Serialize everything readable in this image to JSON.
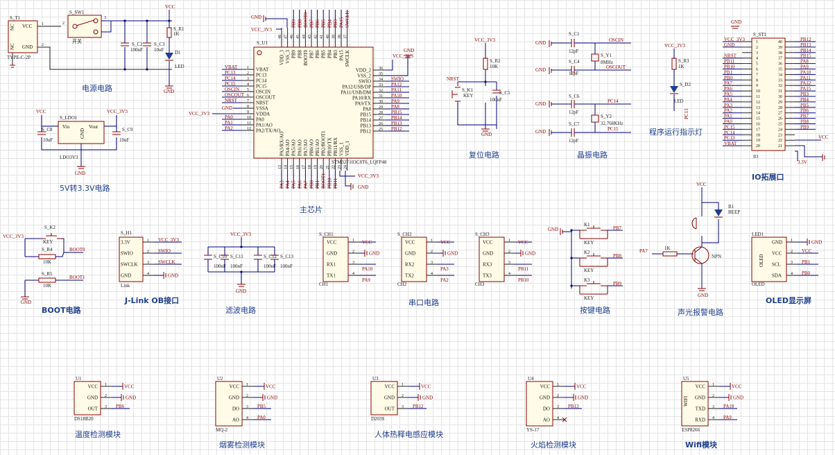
{
  "captions": {
    "power": "电源电路",
    "ldo": "5V转3.3V电路",
    "mcu": "主芯片",
    "reset": "复位电路",
    "crystal": "晶振电路",
    "led": "程序运行指示灯",
    "io": "IO拓展口",
    "boot": "BOOT电路",
    "jlink": "J-Link OB接口",
    "filter": "滤波电路",
    "uart": "串口电路",
    "keys": "按键电路",
    "alarm": "声光报警电路",
    "oled": "OLED显示屏",
    "temp": "温度检测模块",
    "smoke": "烟雾检测模块",
    "pir": "人体热释电感应模块",
    "flame": "火焰检测模块",
    "wifi": "Wifi模块"
  },
  "power": {
    "conn": "S_T1",
    "conn_type": "TYPE-C-2P",
    "vcc_pin": "VCC",
    "gnd_pin": "GND",
    "nc": "NC",
    "sw": "S_SW1",
    "sw_label": "开关",
    "c2": "S_C2",
    "c2v": "100nF",
    "c3": "S_C3",
    "c3v": "10uF",
    "r1": "S_R1",
    "r1v": "1K",
    "d1": "D1",
    "d1v": "LED",
    "vcc": "VCC",
    "gnd": "GND"
  },
  "ldo": {
    "name": "S_LDO1",
    "part": "LDO3V3",
    "vin": "Vin",
    "vout": "Vout",
    "gnd": "GND",
    "c8": "S_C8",
    "c8v": "10uF",
    "c9": "S_C9",
    "c9v": "10uF",
    "vcc": "VCC",
    "vcc33": "VCC_3V3",
    "gnd_lbl": "GND"
  },
  "mcu": {
    "name": "S_U1",
    "part": "STM32F103C8T6_LQFP48",
    "left_pins": [
      {
        "num": "1",
        "label": "VBAT",
        "net": "VBAT"
      },
      {
        "num": "2",
        "label": "PC13",
        "net": "PC13"
      },
      {
        "num": "3",
        "label": "PC14",
        "net": "PC14"
      },
      {
        "num": "4",
        "label": "PC15",
        "net": "PC15"
      },
      {
        "num": "5",
        "label": "OSCIN",
        "net": "OSCIN"
      },
      {
        "num": "6",
        "label": "OSCOUT",
        "net": "OSCOUT"
      },
      {
        "num": "7",
        "label": "NRST",
        "net": "NRST"
      },
      {
        "num": "8",
        "label": "VSSA",
        "net": ""
      },
      {
        "num": "9",
        "label": "VDDA",
        "net": ""
      },
      {
        "num": "10",
        "label": "PA0",
        "net": "PA0"
      },
      {
        "num": "11",
        "label": "PA1/AO",
        "net": "PA1"
      },
      {
        "num": "12",
        "label": "PA2/TX/AO",
        "net": "PA2"
      }
    ],
    "right_pins": [
      {
        "num": "36",
        "label": "VDD_2",
        "net": ""
      },
      {
        "num": "35",
        "label": "VSS_2",
        "net": ""
      },
      {
        "num": "34",
        "label": "SWIO",
        "net": "SWIO"
      },
      {
        "num": "33",
        "label": "PA12/USB/DP",
        "net": "PA12"
      },
      {
        "num": "32",
        "label": "PA11/USB/DM",
        "net": "PA11"
      },
      {
        "num": "31",
        "label": "PA10/RX",
        "net": "PA10"
      },
      {
        "num": "30",
        "label": "PA9/TX",
        "net": "PA9"
      },
      {
        "num": "29",
        "label": "PA8",
        "net": "PA8"
      },
      {
        "num": "28",
        "label": "PB15",
        "net": "PB15"
      },
      {
        "num": "27",
        "label": "PB14",
        "net": "PB14"
      },
      {
        "num": "26",
        "label": "PB13",
        "net": "PB13"
      },
      {
        "num": "25",
        "label": "PB12",
        "net": "PB12"
      }
    ],
    "top_pins": [
      {
        "num": "48",
        "label": "VDD_3"
      },
      {
        "num": "47",
        "label": "VSS_3"
      },
      {
        "num": "46",
        "label": "PB9"
      },
      {
        "num": "45",
        "label": "PB8"
      },
      {
        "num": "44",
        "label": "BOOT0"
      },
      {
        "num": "43",
        "label": "PB7"
      },
      {
        "num": "42",
        "label": "PB6"
      },
      {
        "num": "41",
        "label": "PB5"
      },
      {
        "num": "40",
        "label": "PB4"
      },
      {
        "num": "39",
        "label": "PB3"
      },
      {
        "num": "38",
        "label": "PA15"
      },
      {
        "num": "37",
        "label": "SWCLK"
      }
    ],
    "top_nets": [
      "",
      "",
      "PB9",
      "PB8",
      "BOOT0",
      "PB7",
      "PB6",
      "PB5",
      "PB4",
      "PB3",
      "PA15",
      "SWCLK"
    ],
    "bottom_pins": [
      {
        "num": "13",
        "label": "PA3/RX/AO"
      },
      {
        "num": "14",
        "label": "PA4/AO"
      },
      {
        "num": "15",
        "label": "PA5/AO"
      },
      {
        "num": "16",
        "label": "PA6/AO"
      },
      {
        "num": "17",
        "label": "PA7/AO"
      },
      {
        "num": "18",
        "label": "PB0/AO"
      },
      {
        "num": "19",
        "label": "PB1/AO"
      },
      {
        "num": "20",
        "label": "PB2/BOOT1"
      },
      {
        "num": "21",
        "label": "PB10/TX"
      },
      {
        "num": "22",
        "label": "PB11/RX"
      },
      {
        "num": "23",
        "label": "VSS_1"
      },
      {
        "num": "24",
        "label": "VDD_1"
      }
    ],
    "bottom_nets": [
      "PA3",
      "PA4",
      "PA5",
      "PA6",
      "PA7",
      "PB0",
      "PB1",
      "BOOT1",
      "PB10",
      "PB11",
      "",
      ""
    ],
    "gnd": "GND",
    "vcc33": "VCC_3V3"
  },
  "reset": {
    "vcc": "VCC_3V3",
    "r2": "S_R2",
    "r2v": "10K",
    "k1": "S_K1",
    "k1v": "KEY",
    "c5": "S_C5",
    "c5v": "100nF",
    "net": "NRST",
    "gnd": "GND"
  },
  "crystal": {
    "c1": "S_C1",
    "c4": "S_C4",
    "c6": "S_C6",
    "c7": "S_C7",
    "cv": "12pF",
    "y1": "S_Y1",
    "y1v": "8MHz",
    "y2": "S_Y2",
    "y2v": "32.768KHz",
    "oscin": "OSCIN",
    "oscout": "OSCOUT",
    "pc14": "PC14",
    "pc15": "PC15",
    "gnd": "GND"
  },
  "ledind": {
    "vcc": "VCC_3V3",
    "r3": "S_R3",
    "r3v": "1K",
    "d2": "S_D2",
    "d2v": "LED",
    "net": "PC13"
  },
  "io": {
    "name": "S_ST1",
    "part": "IO",
    "vcc": "VCC",
    "vcc33": "VCC_3V3",
    "gnd": "GND",
    "v33": "3.3V",
    "left_pins": [
      {
        "num": "1",
        "net": "VCC_3V3"
      },
      {
        "num": "2",
        "net": "GND"
      },
      {
        "num": "3",
        "net": ""
      },
      {
        "num": "4",
        "net": "NRST"
      },
      {
        "num": "5",
        "net": "PB11"
      },
      {
        "num": "6",
        "net": "PB10"
      },
      {
        "num": "7",
        "net": "PB1"
      },
      {
        "num": "8",
        "net": "PB0"
      },
      {
        "num": "9",
        "net": "PA7"
      },
      {
        "num": "10",
        "net": "PA6"
      },
      {
        "num": "11",
        "net": "PA5"
      },
      {
        "num": "12",
        "net": "PA4"
      },
      {
        "num": "13",
        "net": "PA3"
      },
      {
        "num": "14",
        "net": "PA2"
      },
      {
        "num": "15",
        "net": "PA1"
      },
      {
        "num": "16",
        "net": "PA0"
      },
      {
        "num": "17",
        "net": "PC15"
      },
      {
        "num": "18",
        "net": "PC14"
      },
      {
        "num": "19",
        "net": "PC13"
      },
      {
        "num": "20",
        "net": "VBAT"
      }
    ],
    "right_pins": [
      {
        "num": "40",
        "net": "PB12"
      },
      {
        "num": "39",
        "net": "PB13"
      },
      {
        "num": "38",
        "net": "PB14"
      },
      {
        "num": "37",
        "net": "PB15"
      },
      {
        "num": "36",
        "net": "PA8"
      },
      {
        "num": "35",
        "net": "PA9"
      },
      {
        "num": "34",
        "net": "PA10"
      },
      {
        "num": "33",
        "net": "PA11"
      },
      {
        "num": "32",
        "net": "PA12"
      },
      {
        "num": "31",
        "net": "PA15"
      },
      {
        "num": "30",
        "net": "PB3"
      },
      {
        "num": "29",
        "net": "PB4"
      },
      {
        "num": "28",
        "net": "PB5"
      },
      {
        "num": "27",
        "net": "PB6"
      },
      {
        "num": "26",
        "net": "PB7"
      },
      {
        "num": "25",
        "net": "PB8"
      },
      {
        "num": "24",
        "net": "PB9"
      },
      {
        "num": "23",
        "net": ""
      },
      {
        "num": "22",
        "net": ""
      },
      {
        "num": "21",
        "net": ""
      }
    ]
  },
  "boot": {
    "vcc": "VCC_3V3",
    "k2": "S_K2",
    "k2v": "KEY",
    "r4": "S_R4",
    "r4v": "10K",
    "r5": "S_R5",
    "r5v": "10K",
    "net0": "BOOT0",
    "net1": "BOOT1",
    "gnd": "GND"
  },
  "jlink": {
    "name": "S_H1",
    "part": "Link",
    "pins": [
      {
        "num": "1",
        "label": "3.3V",
        "net": "VCC_3V3"
      },
      {
        "num": "2",
        "label": "SWIO",
        "net": "SWIO"
      },
      {
        "num": "3",
        "label": "SWCLK",
        "net": "SWCLK"
      },
      {
        "num": "4",
        "label": "GND",
        "net": "GND"
      }
    ]
  },
  "filter": {
    "vcc": "VCC_3V3",
    "gnd": "GND",
    "caps": [
      {
        "name": "S_C10",
        "value": "100nF"
      },
      {
        "name": "S_C11",
        "value": "100nF"
      },
      {
        "name": "S_C12",
        "value": "100nF"
      },
      {
        "name": "S_C13",
        "value": "100nF"
      }
    ]
  },
  "uart": [
    {
      "name": "S_CH1",
      "part": "CH1",
      "rx": "RX1",
      "tx": "TX1",
      "rx_net": "PA10",
      "tx_net": "PA9"
    },
    {
      "name": "S_CH2",
      "part": "CH2",
      "rx": "RX2",
      "tx": "TX2",
      "rx_net": "PA3",
      "tx_net": "PA2"
    },
    {
      "name": "S_CH3",
      "part": "CH3",
      "rx": "RX3",
      "tx": "TX3",
      "rx_net": "PB11",
      "tx_net": "PB10"
    }
  ],
  "uart_common": {
    "vcc": "VCC",
    "gnd": "GND"
  },
  "keys": {
    "gnd": "GND",
    "label": "KEY",
    "items": [
      {
        "name": "K1",
        "net": "PB7"
      },
      {
        "name": "K2",
        "net": "PB8"
      },
      {
        "name": "K3",
        "net": "PB9"
      }
    ]
  },
  "alarm": {
    "vcc": "VCC",
    "b1": "B1",
    "b1v": "BEEP",
    "net": "PA7",
    "r": "1K",
    "q": "NPN",
    "gnd": "GND"
  },
  "oled": {
    "name": "LED1",
    "part": "OLED",
    "body": "OLED",
    "pins": [
      {
        "num": "1",
        "label": "GND",
        "net": "GND"
      },
      {
        "num": "2",
        "label": "VCC",
        "net": "VCC"
      },
      {
        "num": "3",
        "label": "SCL",
        "net": "PB1"
      },
      {
        "num": "4",
        "label": "SDA",
        "net": "PB0"
      }
    ]
  },
  "modules": [
    {
      "name": "U1",
      "part": "DS18B20",
      "pins": [
        {
          "num": "1",
          "label": "VCC",
          "net": "VCC"
        },
        {
          "num": "2",
          "label": "GND",
          "net": "GND"
        },
        {
          "num": "3",
          "label": "OUT",
          "net": "PB6"
        }
      ]
    },
    {
      "name": "U2",
      "part": "MQ-2",
      "pins": [
        {
          "num": "1",
          "label": "VCC",
          "net": "VCC"
        },
        {
          "num": "2",
          "label": "GND",
          "net": "GND"
        },
        {
          "num": "3",
          "label": "DO",
          "net": "PB5"
        },
        {
          "num": "4",
          "label": "AO",
          "net": "PA0"
        }
      ]
    },
    {
      "name": "U3",
      "part": "D203S",
      "pins": [
        {
          "num": "1",
          "label": "VCC",
          "net": "VCC"
        },
        {
          "num": "2",
          "label": "GND",
          "net": "GND"
        },
        {
          "num": "3",
          "label": "OUT",
          "net": "PB12"
        }
      ]
    },
    {
      "name": "U4",
      "part": "YS-17",
      "pins": [
        {
          "num": "1",
          "label": "VCC",
          "net": "VCC"
        },
        {
          "num": "2",
          "label": "GND",
          "net": "GND"
        },
        {
          "num": "3",
          "label": "DO",
          "net": "PB13"
        },
        {
          "num": "4",
          "label": "AO",
          "net": ""
        }
      ]
    },
    {
      "name": "U5",
      "part": "ESP8266",
      "body": "WIFI",
      "pins": [
        {
          "num": "1",
          "label": "VCC",
          "net": "VCC"
        },
        {
          "num": "2",
          "label": "GND",
          "net": "GND"
        },
        {
          "num": "3",
          "label": "TXD",
          "net": "PA10"
        },
        {
          "num": "4",
          "label": "RXD",
          "net": "PA9"
        }
      ]
    }
  ]
}
